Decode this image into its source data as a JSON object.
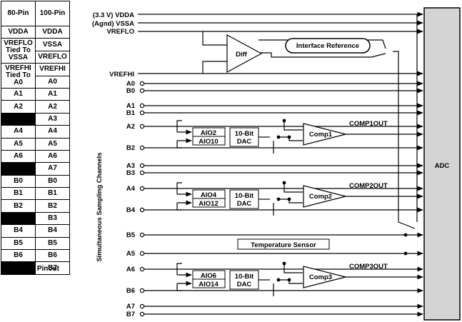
{
  "pinout": {
    "caption": "Signal Pinout",
    "headers": [
      "80-Pin",
      "100-Pin"
    ],
    "rows": [
      [
        "VDDA",
        "VDDA"
      ],
      [
        "VREFLO Tied To VSSA",
        "VSSA"
      ],
      [
        "",
        "VREFLO"
      ],
      [
        "VREFHI Tied To A0",
        "VREFHI"
      ],
      [
        "",
        "A0"
      ],
      [
        "A1",
        "A1"
      ],
      [
        "A2",
        "A2"
      ],
      [
        null,
        "A3"
      ],
      [
        "A4",
        "A4"
      ],
      [
        "A5",
        "A5"
      ],
      [
        "A6",
        "A6"
      ],
      [
        null,
        "A7"
      ],
      [
        "B0",
        "B0"
      ],
      [
        "B1",
        "B1"
      ],
      [
        "B2",
        "B2"
      ],
      [
        null,
        "B3"
      ],
      [
        "B4",
        "B4"
      ],
      [
        "B5",
        "B5"
      ],
      [
        "B6",
        "B6"
      ],
      [
        null,
        "B7"
      ]
    ]
  },
  "diagram": {
    "supply_labels": [
      "(3.3 V) VDDA",
      "(Agnd) VSSA",
      "VREFLO",
      "VREFHI"
    ],
    "diff_label": "Diff",
    "interface_reference_label": "Interface Reference",
    "vertical_label": "Simultaneous Sampling Channels",
    "adc_label": "ADC",
    "temperature_sensor_label": "Temperature Sensor",
    "analog_inputs": [
      "A0",
      "B0",
      "A1",
      "B1",
      "A2",
      "B2",
      "A3",
      "B3",
      "A4",
      "B4",
      "B5",
      "A5",
      "A6",
      "B6",
      "A7",
      "B7"
    ],
    "comparator_blocks": [
      {
        "aio_top": "AIO2",
        "aio_bottom": "AIO10",
        "dac_line1": "10-Bit",
        "dac_line2": "DAC",
        "comp": "Comp1",
        "out": "COMP1OUT"
      },
      {
        "aio_top": "AIO4",
        "aio_bottom": "AIO12",
        "dac_line1": "10-Bit",
        "dac_line2": "DAC",
        "comp": "Comp2",
        "out": "COMP2OUT"
      },
      {
        "aio_top": "AIO6",
        "aio_bottom": "AIO14",
        "dac_line1": "10-Bit",
        "dac_line2": "DAC",
        "comp": "Comp3",
        "out": "COMP3OUT"
      }
    ]
  }
}
